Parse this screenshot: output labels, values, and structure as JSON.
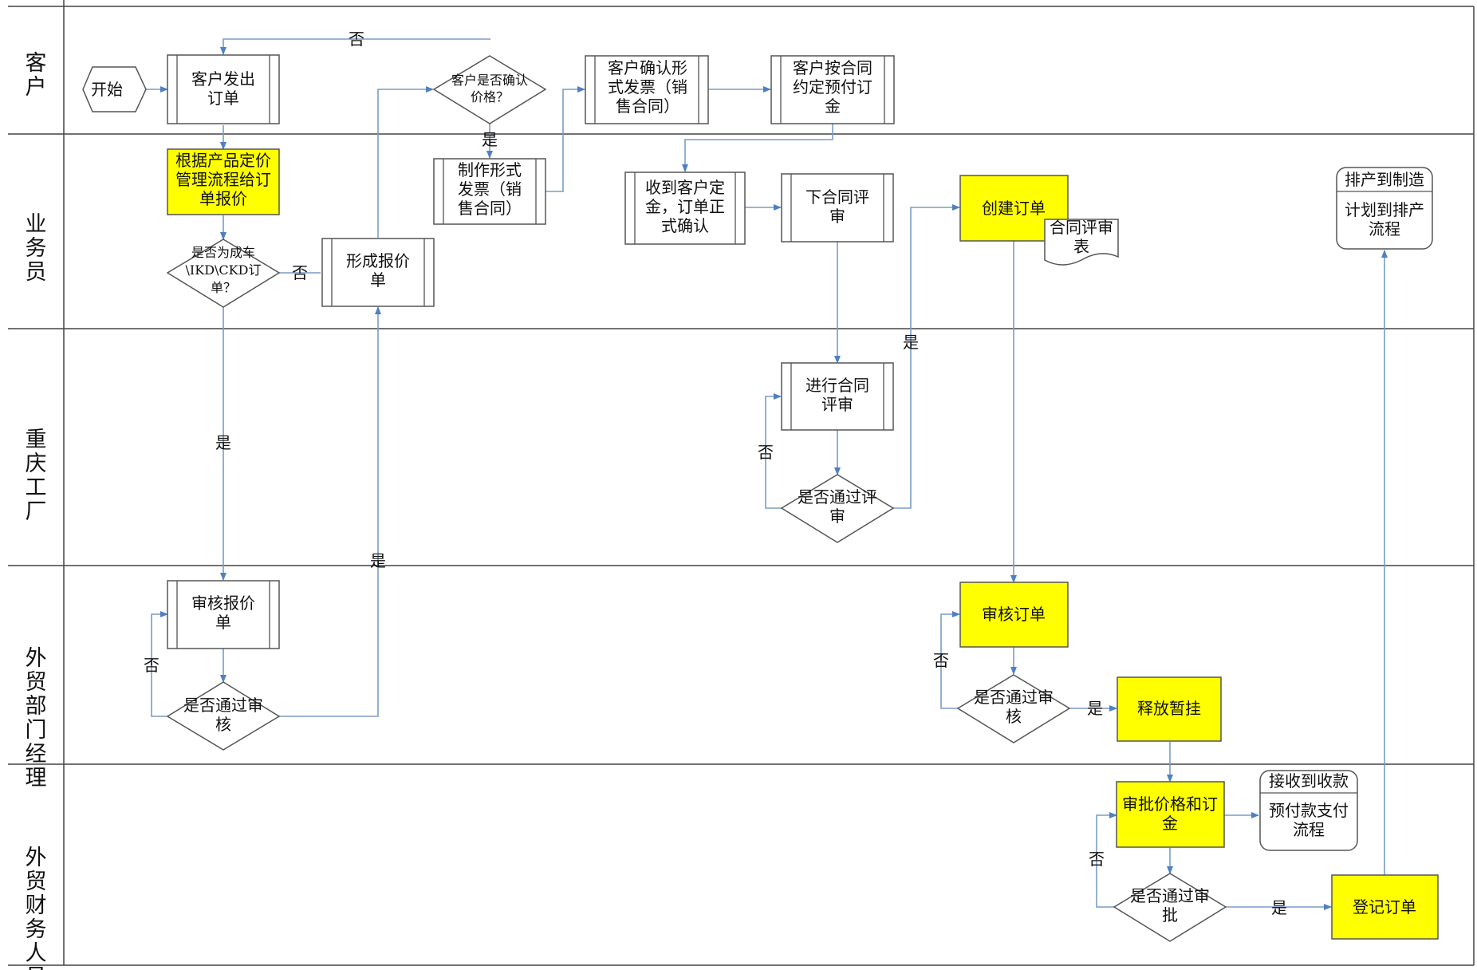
{
  "lanes": [
    {
      "name": "客户",
      "lines": [
        "客",
        "户"
      ]
    },
    {
      "name": "业务员",
      "lines": [
        "业",
        "务",
        "员"
      ]
    },
    {
      "name": "重庆工厂",
      "lines": [
        "重",
        "庆",
        "工",
        "厂"
      ]
    },
    {
      "name": "外贸部门经理",
      "lines": [
        "外",
        "贸",
        "部",
        "门",
        "经",
        "理"
      ]
    },
    {
      "name": "外贸财务人员",
      "lines": [
        "外",
        "贸",
        "财",
        "务",
        "人",
        "员"
      ]
    }
  ],
  "nodes": {
    "start": {
      "lines": [
        "开始"
      ]
    },
    "customer_order": {
      "lines": [
        "客户发出",
        "订单"
      ]
    },
    "confirm_price": {
      "lines": [
        "客户是否确认",
        "价格？"
      ]
    },
    "customer_confirm_invoice": {
      "lines": [
        "客户确认形",
        "式发票（销",
        "售合同）"
      ]
    },
    "customer_prepay": {
      "lines": [
        "客户按合同",
        "约定预付订",
        "金"
      ]
    },
    "quote_by_pricing": {
      "lines": [
        "根据产品定价",
        "管理流程给订",
        "单报价"
      ]
    },
    "is_ckd": {
      "lines": [
        "是否为成车",
        "\\IKD\\CKD订",
        "单？"
      ]
    },
    "form_quote": {
      "lines": [
        "形成报价",
        "单"
      ]
    },
    "make_invoice": {
      "lines": [
        "制作形式",
        "发票（销",
        "售合同）"
      ]
    },
    "receive_deposit": {
      "lines": [
        "收到客户定",
        "金，订单正",
        "式确认"
      ]
    },
    "contract_review_issue": {
      "lines": [
        "下合同评",
        "审"
      ]
    },
    "create_order": {
      "lines": [
        "创建订单"
      ]
    },
    "contract_review_form": {
      "lines": [
        "合同评审",
        "表"
      ]
    },
    "schedule_header": {
      "lines": [
        "排产到制造"
      ]
    },
    "schedule_body": {
      "lines": [
        "计划到排产",
        "流程"
      ]
    },
    "do_contract_review": {
      "lines": [
        "进行合同",
        "评审"
      ]
    },
    "review_passed": {
      "lines": [
        "是否通过评",
        "审"
      ]
    },
    "review_quote": {
      "lines": [
        "审核报价",
        "单"
      ]
    },
    "quote_passed": {
      "lines": [
        "是否通过审",
        "核"
      ]
    },
    "review_order": {
      "lines": [
        "审核订单"
      ]
    },
    "order_passed": {
      "lines": [
        "是否通过审",
        "核"
      ]
    },
    "release_hold": {
      "lines": [
        "释放暂挂"
      ]
    },
    "approve_price": {
      "lines": [
        "审批价格和订",
        "金"
      ]
    },
    "receive_payment_header": {
      "lines": [
        "接收到收款"
      ]
    },
    "receive_payment_body": {
      "lines": [
        "预付款支付",
        "流程"
      ]
    },
    "approval_passed": {
      "lines": [
        "是否通过审",
        "批"
      ]
    },
    "register_order": {
      "lines": [
        "登记订单"
      ]
    }
  },
  "edge_labels": {
    "no_confirm_price": "否",
    "yes_confirm_price": "是",
    "no_is_ckd": "否",
    "yes_is_ckd": "是",
    "yes_quote_passed": "是",
    "no_quote_passed": "否",
    "yes_review_passed": "是",
    "no_review_passed": "否",
    "no_order_passed": "否",
    "yes_order_passed": "是",
    "no_approval_passed": "否",
    "yes_approval_passed": "是"
  },
  "colors": {
    "highlight": "#ffff00",
    "connector": "#7a9cc6",
    "border": "#555555"
  }
}
